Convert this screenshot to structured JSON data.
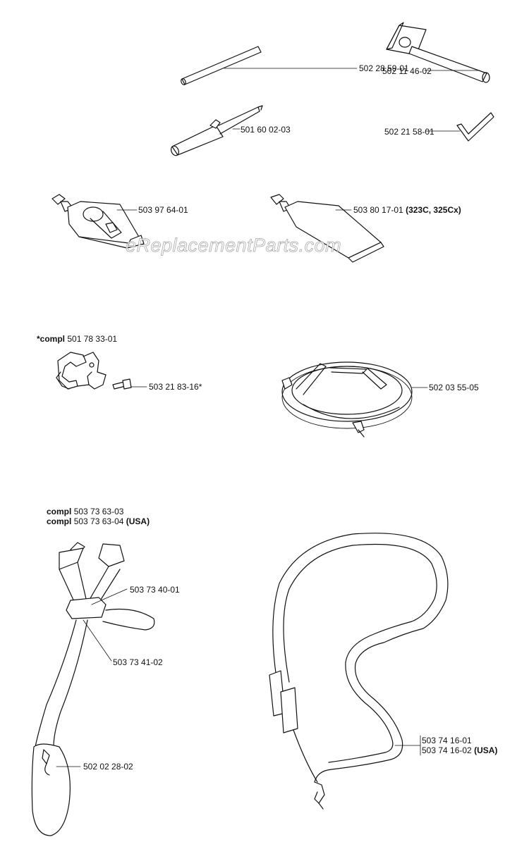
{
  "watermark": "eReplacementParts.com",
  "labels": {
    "rod": "502 28 59-01",
    "box_wrench": "502 11 46-02",
    "screwdriver": "501 60 02-03",
    "hex_key": "502 21 58-01",
    "grease_tube_1": "503 97 64-01",
    "grease_tube_2_part": "503 80 17-01",
    "grease_tube_2_note": "(323C, 325Cx)",
    "bracket_kit_prefix": "*compl",
    "bracket_kit_part": "501 78 33-01",
    "bracket_screw": "503 21 83-16*",
    "guard_ring": "502 03 55-05",
    "harness_kit_1_prefix": "compl",
    "harness_kit_1_part": "503 73 63-03",
    "harness_kit_2_prefix": "compl",
    "harness_kit_2_part": "503 73 63-04",
    "harness_kit_2_note": "(USA)",
    "harness_buckle": "503 73 40-01",
    "harness_clip": "503 73 41-02",
    "hip_pad": "502 02 28-02",
    "shoulder_strap_1": "503 74 16-01",
    "shoulder_strap_2_part": "503 74 16-02",
    "shoulder_strap_2_note": "(USA)"
  }
}
